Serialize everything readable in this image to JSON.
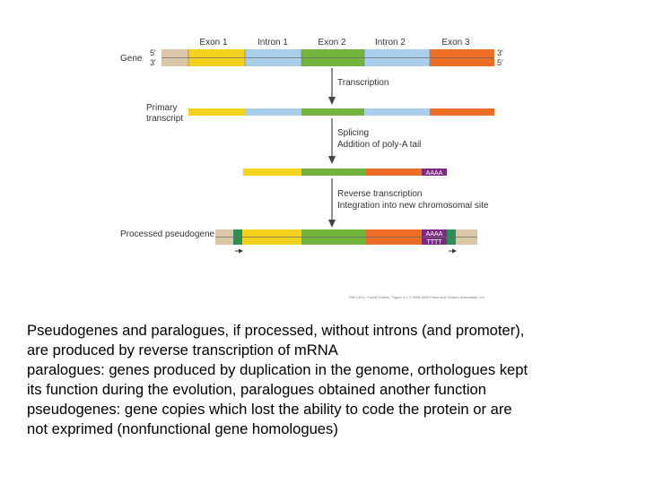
{
  "diagram": {
    "gene_label": "Gene",
    "primary_transcript_label": [
      "Primary",
      "transcript"
    ],
    "processed_pseudogene_label": "Processed pseudogene",
    "strand_top_left": "5′",
    "strand_bottom_left": "3′",
    "strand_top_right": "3′",
    "strand_bottom_right": "5′",
    "segments": [
      "Exon 1",
      "Intron 1",
      "Exon 2",
      "Intron 2",
      "Exon 3"
    ],
    "step_transcription": "Transcription",
    "step_splicing": [
      "Splicing",
      "Addition of poly-A tail"
    ],
    "step_reverse": [
      "Reverse transcription",
      "Integration into new chromosomal site"
    ],
    "poly_a": "AAAA",
    "poly_t": "TTTT",
    "credit": "THE CELL, Fourth Edition, Figure 4.x © 2006 ASM Press and Sinauer Associates, Inc.",
    "colors": {
      "exon1": "#f2d21c",
      "intron": "#a9cdea",
      "exon2": "#72b43c",
      "exon3": "#ee6d25",
      "flank": "#dcc6a8",
      "polyA": "#7b2c82",
      "direct_repeat": "#2e8f56",
      "arrow": "#444444"
    }
  },
  "caption": {
    "line1": "Pseudogenes and paralogues, if processed, without introns (and promoter),",
    "line2": "are produced by reverse transcription of mRNA",
    "line3": "paralogues: genes produced by duplication in the genome, orthologues kept",
    "line4": "its function during the evolution, paralogues obtained another function",
    "line5": "pseudogenes: gene copies which lost the ability to code the protein or are",
    "line6": "not exprimed (nonfunctional gene homologues)"
  }
}
